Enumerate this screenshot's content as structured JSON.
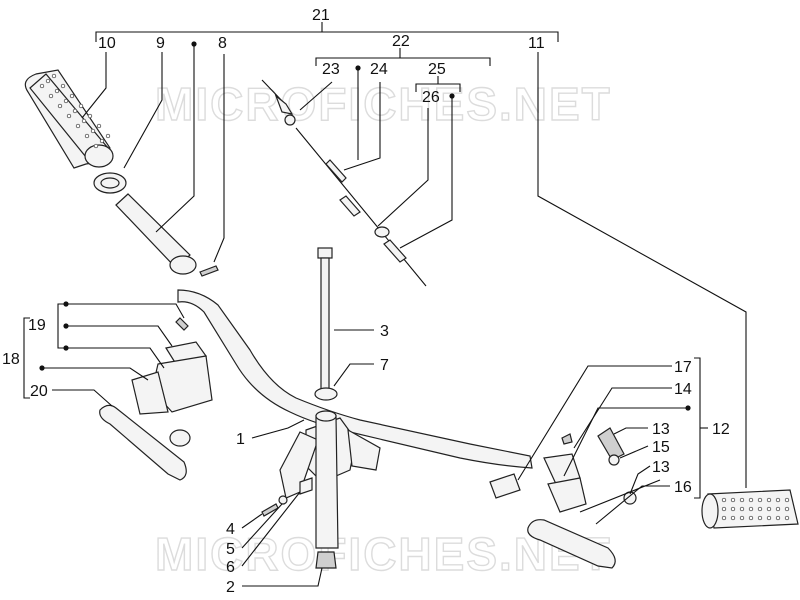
{
  "watermark": "MICROFICHES.NET",
  "callouts": {
    "c21": "21",
    "c22": "22",
    "c23": "23",
    "c24": "24",
    "c25": "25",
    "c26": "26",
    "c10": "10",
    "c9": "9",
    "c8": "8",
    "c11": "11",
    "c19": "19",
    "c18": "18",
    "c20": "20",
    "c3": "3",
    "c7": "7",
    "c1": "1",
    "c17": "17",
    "c14": "14",
    "c13a": "13",
    "c15": "15",
    "c12": "12",
    "c13b": "13",
    "c16": "16",
    "c4": "4",
    "c5": "5",
    "c6": "6",
    "c2": "2"
  }
}
